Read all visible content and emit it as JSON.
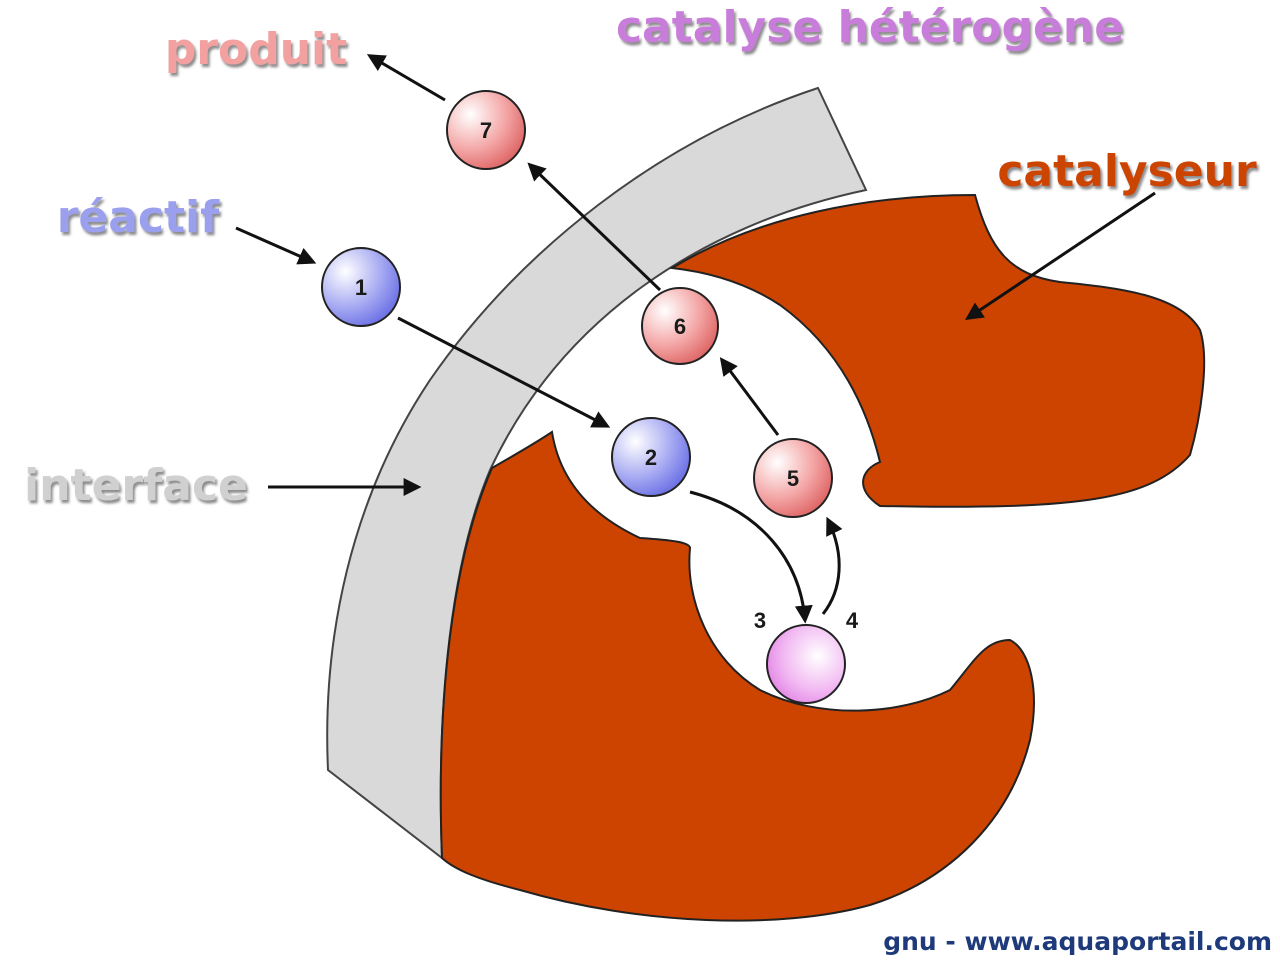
{
  "title": "catalyse hétérogène",
  "labels": {
    "product": "produit",
    "reactant": "réactif",
    "catalyst": "catalyseur",
    "interface": "interface"
  },
  "nodes": {
    "n1": "1",
    "n2": "2",
    "n5": "5",
    "n6": "6",
    "n7": "7"
  },
  "steps": {
    "s3": "3",
    "s4": "4"
  },
  "credit": "gnu - www.aquaportail.com",
  "colors": {
    "title": "#c77dd9",
    "product": "#f2a0a0",
    "reactant": "#9aa0ee",
    "catalyst": "#cc4400",
    "interface_text": "#d0d0d0",
    "interface_band": "#d9d9d9",
    "credit": "#1f3a7a"
  }
}
